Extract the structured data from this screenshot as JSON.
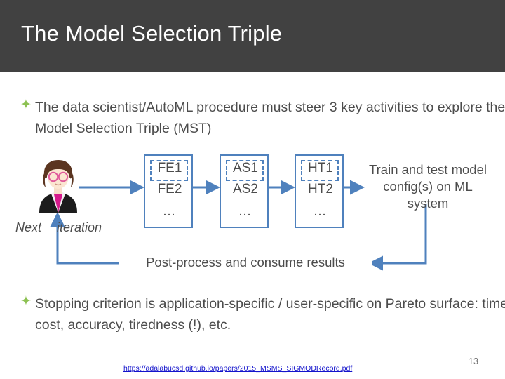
{
  "slide": {
    "title": "The Model Selection Triple",
    "title_bar_color": "#414141",
    "background_color": "#ffffff",
    "body_text_color": "#4c4c4c",
    "accent_color": "#4f81bd",
    "bullet_marker_color": "#8cc152",
    "page_number": "13"
  },
  "bullets": [
    {
      "marker": "diamond-bullet-icon",
      "text": "The data scientist/AutoML procedure must steer 3 key activities to explore the Model Selection Triple (MST)"
    },
    {
      "marker": "diamond-bullet-icon",
      "text": "Stopping criterion is application-specific / user-specific on Pareto surface: time, cost, accuracy, tiredness (!), etc."
    }
  ],
  "diagram": {
    "persona_icon": "data-scientist-avatar-icon",
    "next_iteration_label_left": "Next",
    "next_iteration_label_right": "iteration",
    "stages": [
      {
        "id": "fe",
        "line1": "FE1",
        "line2": "FE2",
        "line3": "…"
      },
      {
        "id": "as",
        "line1": "AS1",
        "line2": "AS2",
        "line3": "…"
      },
      {
        "id": "ht",
        "line1": "HT1",
        "line2": "HT2",
        "line3": "…"
      }
    ],
    "end_label": "Train and test model config(s) on ML system",
    "loop_label": "Post-process and consume results"
  },
  "footer": {
    "link_text": "https://adalabucsd.github.io/papers/2015_MSMS_SIGMODRecord.pdf"
  }
}
